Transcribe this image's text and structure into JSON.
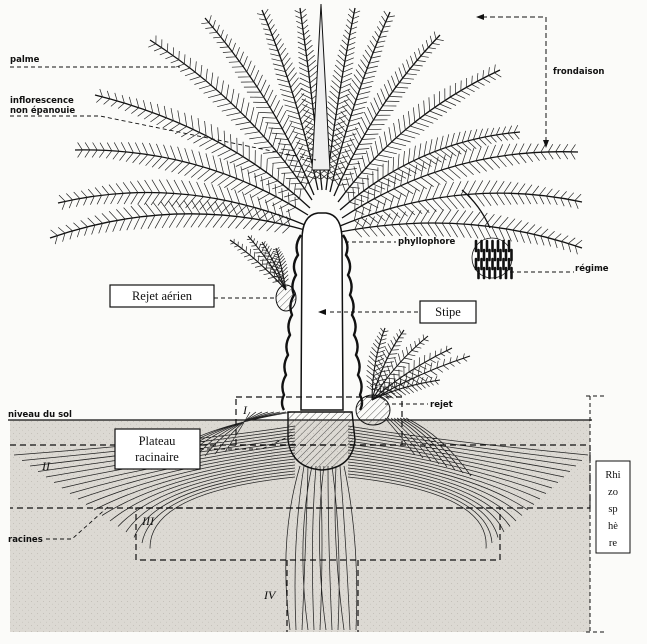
{
  "labels": {
    "palme": "palme",
    "inflorescence": "inflorescence",
    "non_epanouie": "non épanouie",
    "frondaison": "frondaison",
    "phyllophore": "phyllophore",
    "regime": "régime",
    "rejet_aerien": "Rejet aérien",
    "stipe": "Stipe",
    "niveau_du_sol": "niveau du sol",
    "rejet": "rejet",
    "plateau_line1": "Plateau",
    "plateau_line2": "racinaire",
    "racines": "racines",
    "zone_1": "I",
    "zone_2": "II",
    "zone_3": "III",
    "zone_4": "IV",
    "rhizosphere": [
      "Rhi",
      "zo",
      "sp",
      "hè",
      "re"
    ]
  },
  "colors": {
    "ink": "#111111",
    "soil": "#d9d6d0",
    "soil_light": "#e6e3de",
    "paper": "#fbfbf9",
    "stipe_fill": "#ffffff"
  }
}
